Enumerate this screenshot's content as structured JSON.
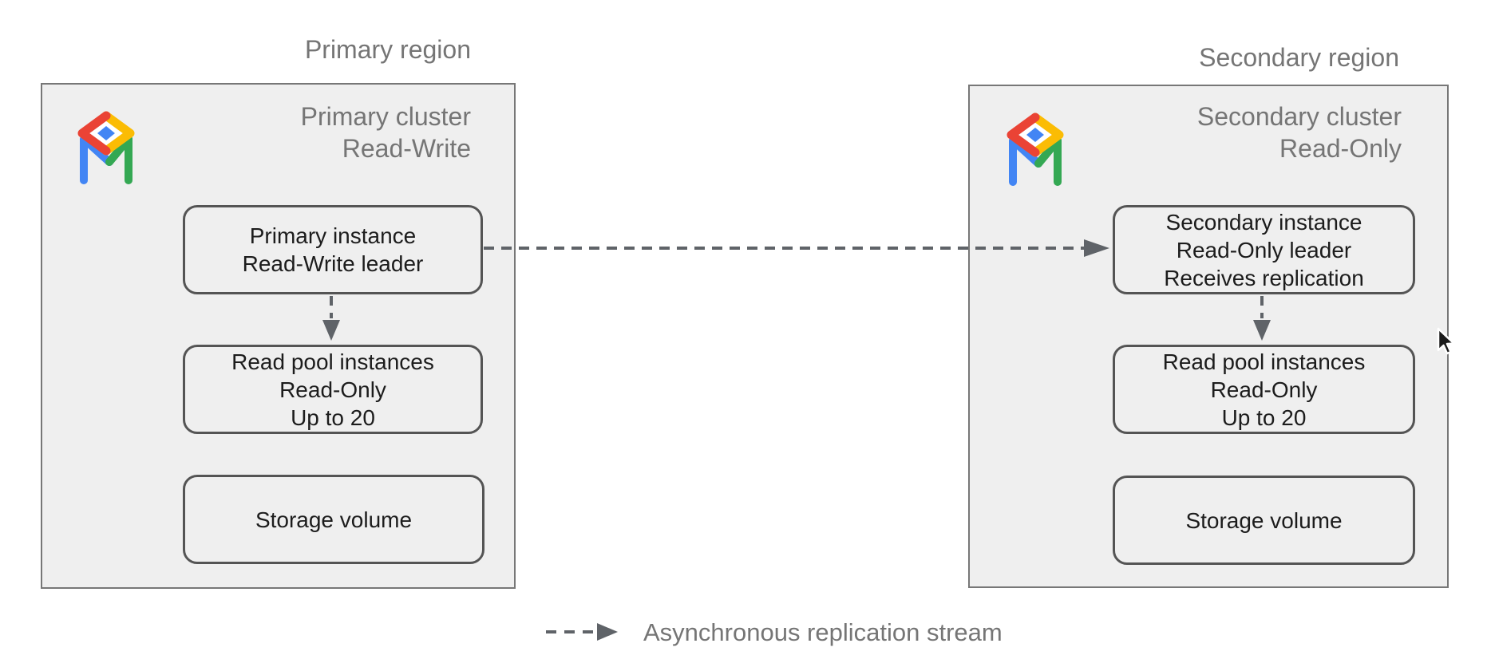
{
  "primary": {
    "region_title": "Primary region",
    "cluster_title": [
      "Primary cluster",
      "Read-Write"
    ],
    "instance_lines": [
      "Primary instance",
      "Read-Write leader"
    ],
    "readpool_lines": [
      "Read pool instances",
      "Read-Only",
      "Up to 20"
    ],
    "storage_lines": [
      "Storage volume"
    ]
  },
  "secondary": {
    "region_title": "Secondary region",
    "cluster_title": [
      "Secondary cluster",
      "Read-Only"
    ],
    "instance_lines": [
      "Secondary instance",
      "Read-Only leader",
      "Receives replication"
    ],
    "readpool_lines": [
      "Read pool instances",
      "Read-Only",
      "Up to 20"
    ],
    "storage_lines": [
      "Storage volume"
    ]
  },
  "legend": {
    "label": "Asynchronous replication stream",
    "arrow_style": "dashed"
  },
  "icons": {
    "cluster_icon": "alloydb-logo",
    "cursor": "mouse-cursor"
  },
  "colors": {
    "region_fill": "#efefef",
    "region_border": "#777777",
    "node_border": "#545454",
    "node_text": "#1c1c1c",
    "muted_text": "#757575",
    "connector": "#5f6368",
    "logo_blue": "#4285F4",
    "logo_red": "#EA4335",
    "logo_yellow": "#FBBC04",
    "logo_green": "#34A853"
  }
}
